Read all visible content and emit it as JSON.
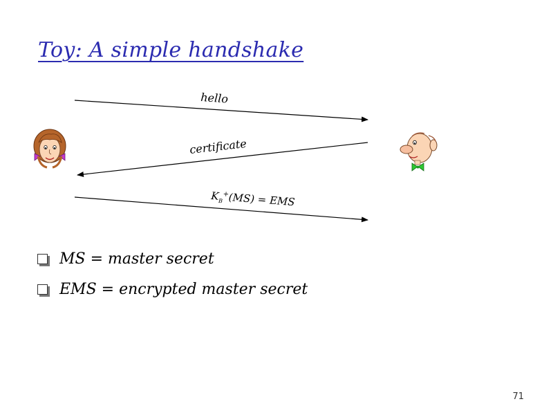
{
  "slide": {
    "title": "Toy: A simple handshake",
    "page_number": "71"
  },
  "diagram": {
    "messages": [
      {
        "label": "hello",
        "direction": "alice-to-bob"
      },
      {
        "label": "certificate",
        "direction": "bob-to-alice"
      },
      {
        "label_key": "K",
        "label_sub": "B",
        "label_sup": "+",
        "label_rest": "(MS) = EMS",
        "direction": "alice-to-bob"
      }
    ],
    "colors": {
      "arrow": "#000000",
      "alice_hair": "#b5652b",
      "alice_bow": "#c43ad0",
      "bob_tie": "#2ec832",
      "skin": "#fbd5b5"
    }
  },
  "bullets": [
    {
      "text": "MS = master secret"
    },
    {
      "text": "EMS = encrypted master secret"
    }
  ],
  "colors": {
    "title": "#2b2bb0"
  }
}
